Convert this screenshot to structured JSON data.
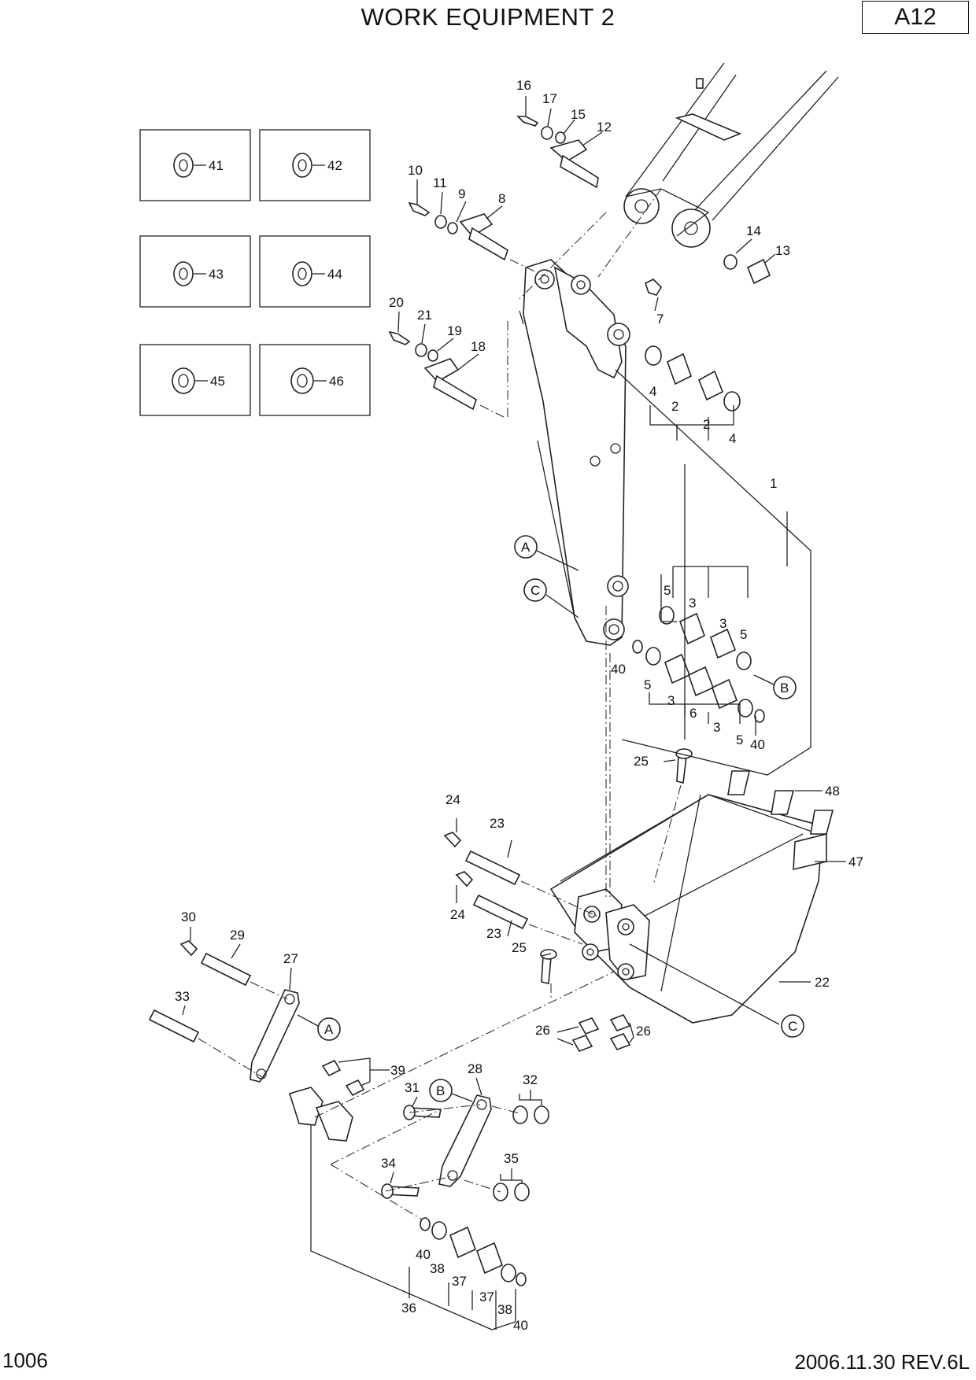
{
  "header": {
    "title": "WORK EQUIPMENT 2",
    "page_code": "A12"
  },
  "footer": {
    "page_number": "1006",
    "revision": "2006.11.30  REV.6L"
  },
  "callouts": {
    "c1": "1",
    "c2a": "2",
    "c2b": "2",
    "c3a": "3",
    "c3b": "3",
    "c3c": "3",
    "c3d": "3",
    "c4a": "4",
    "c4b": "4",
    "c5a": "5",
    "c5b": "5",
    "c5c": "5",
    "c5d": "5",
    "c6": "6",
    "c7": "7",
    "c8": "8",
    "c9": "9",
    "c10": "10",
    "c11": "11",
    "c12": "12",
    "c13": "13",
    "c14": "14",
    "c15": "15",
    "c16": "16",
    "c17": "17",
    "c18": "18",
    "c19": "19",
    "c20": "20",
    "c21": "21",
    "c22": "22",
    "c23a": "23",
    "c23b": "23",
    "c24a": "24",
    "c24b": "24",
    "c25a": "25",
    "c25b": "25",
    "c26a": "26",
    "c26b": "26",
    "c27": "27",
    "c28": "28",
    "c29": "29",
    "c30": "30",
    "c31": "31",
    "c32": "32",
    "c33": "33",
    "c34": "34",
    "c35": "35",
    "c36": "36",
    "c37a": "37",
    "c37b": "37",
    "c38a": "38",
    "c38b": "38",
    "c39": "39",
    "c40a": "40",
    "c40b": "40",
    "c40c": "40",
    "c40d": "40",
    "c41": "41",
    "c42": "42",
    "c43": "43",
    "c44": "44",
    "c45": "45",
    "c46": "46",
    "c47": "47",
    "c48": "48"
  },
  "refs": {
    "A1": "A",
    "A2": "A",
    "B1": "B",
    "B2": "B",
    "C1": "C",
    "C2": "C"
  }
}
